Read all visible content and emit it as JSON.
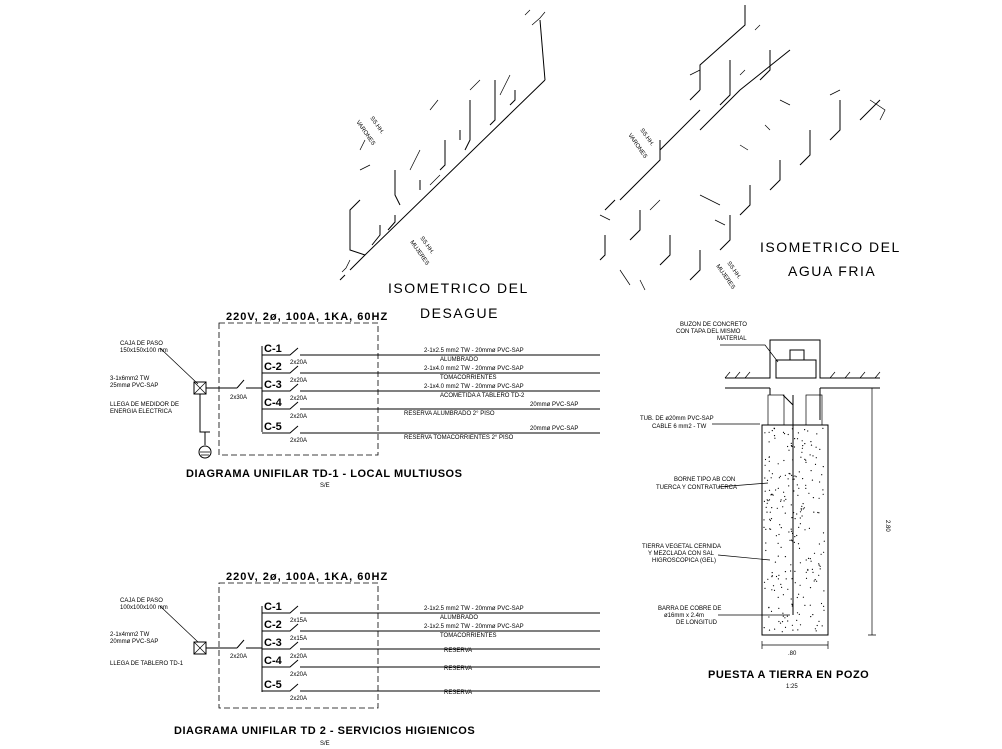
{
  "isometric_desague": {
    "title_line1": "ISOMETRICO DEL",
    "title_line2": "DESAGUE",
    "label_varones_1": "SS.HH.",
    "label_varones_2": "VARONES",
    "label_mujeres_1": "SS.HH.",
    "label_mujeres_2": "MUJERES"
  },
  "isometric_agua": {
    "title_line1": "ISOMETRICO DEL",
    "title_line2": "AGUA FRIA",
    "label_varones_1": "SS.HH.",
    "label_varones_2": "VARONES",
    "label_mujeres_1": "SS.HH.",
    "label_mujeres_2": "MUJERES"
  },
  "td1": {
    "header": "220V, 2ø, 100A, 1KA, 60HZ",
    "caja_1": "CAJA DE PASO",
    "caja_2": "150x150x100 mm",
    "feed_1": "3-1x6mm2 TW",
    "feed_2": "25mmø PVC-SAP",
    "llega_1": "LLEGA DE MEDIDOR DE",
    "llega_2": "ENERGIA ELECTRICA",
    "main_breaker": "2x30A",
    "circuits": [
      {
        "id": "C-1",
        "breaker": "2x20A",
        "desc": "2-1x2.5 mm2 TW - 20mmø PVC-SAP",
        "use": "ALUMBRADO"
      },
      {
        "id": "C-2",
        "breaker": "2x20A",
        "desc": "2-1x4.0 mm2 TW - 20mmø PVC-SAP",
        "use": "TOMACORRIENTES"
      },
      {
        "id": "C-3",
        "breaker": "2x20A",
        "desc": "2-1x4.0 mm2 TW - 20mmø PVC-SAP",
        "use": "ACOMETIDA A TABLERO TD-2"
      },
      {
        "id": "C-4",
        "breaker": "2x20A",
        "desc": "20mmø PVC-SAP",
        "use": "RESERVA ALUMBRADO 2° PISO"
      },
      {
        "id": "C-5",
        "breaker": "2x20A",
        "desc": "20mmø PVC-SAP",
        "use": "RESERVA TOMACORRIENTES 2° PISO"
      }
    ],
    "title": "DIAGRAMA UNIFILAR TD-1 - LOCAL MULTIUSOS",
    "scale": "S/E"
  },
  "td2": {
    "header": "220V, 2ø, 100A, 1KA, 60HZ",
    "caja_1": "CAJA DE PASO",
    "caja_2": "100x100x100 mm",
    "feed_1": "2-1x4mm2 TW",
    "feed_2": "20mmø PVC-SAP",
    "llega_1": "LLEGA DE TABLERO TD-1",
    "main_breaker": "2x20A",
    "circuits": [
      {
        "id": "C-1",
        "breaker": "2x15A",
        "desc": "2-1x2.5 mm2 TW - 20mmø PVC-SAP",
        "use": "ALUMBRADO"
      },
      {
        "id": "C-2",
        "breaker": "2x15A",
        "desc": "2-1x2.5 mm2 TW - 20mmø PVC-SAP",
        "use": "TOMACORRIENTES"
      },
      {
        "id": "C-3",
        "breaker": "2x20A",
        "desc": "",
        "use": "RESERVA"
      },
      {
        "id": "C-4",
        "breaker": "2x20A",
        "desc": "",
        "use": "RESERVA"
      },
      {
        "id": "C-5",
        "breaker": "2x20A",
        "desc": "",
        "use": "RESERVA"
      }
    ],
    "title": "DIAGRAMA UNIFILAR TD 2 - SERVICIOS HIGIENICOS",
    "scale": "S/E"
  },
  "pozo": {
    "buzon_1": "BUZON DE CONCRETO",
    "buzon_2": "CON TAPA DEL MISMO",
    "buzon_3": "MATERIAL",
    "tubo_1": "TUB. DE ø20mm PVC-SAP",
    "tubo_2": "CABLE 6 mm2 - TW",
    "borne_1": "BORNE TIPO AB CON",
    "borne_2": "TUERCA Y CONTRATUERCA",
    "tierra_1": "TIERRA VEGETAL CERNIDA",
    "tierra_2": "Y MEZCLADA CON SAL",
    "tierra_3": "HIGROSCOPICA (GEL)",
    "barra_1": "BARRA DE COBRE DE",
    "barra_2": "ø16mm x 2.4m",
    "barra_3": "DE LONGITUD",
    "dim_height": "2.80",
    "dim_width": ".80",
    "title": "PUESTA A TIERRA EN POZO",
    "scale": "1:25"
  }
}
